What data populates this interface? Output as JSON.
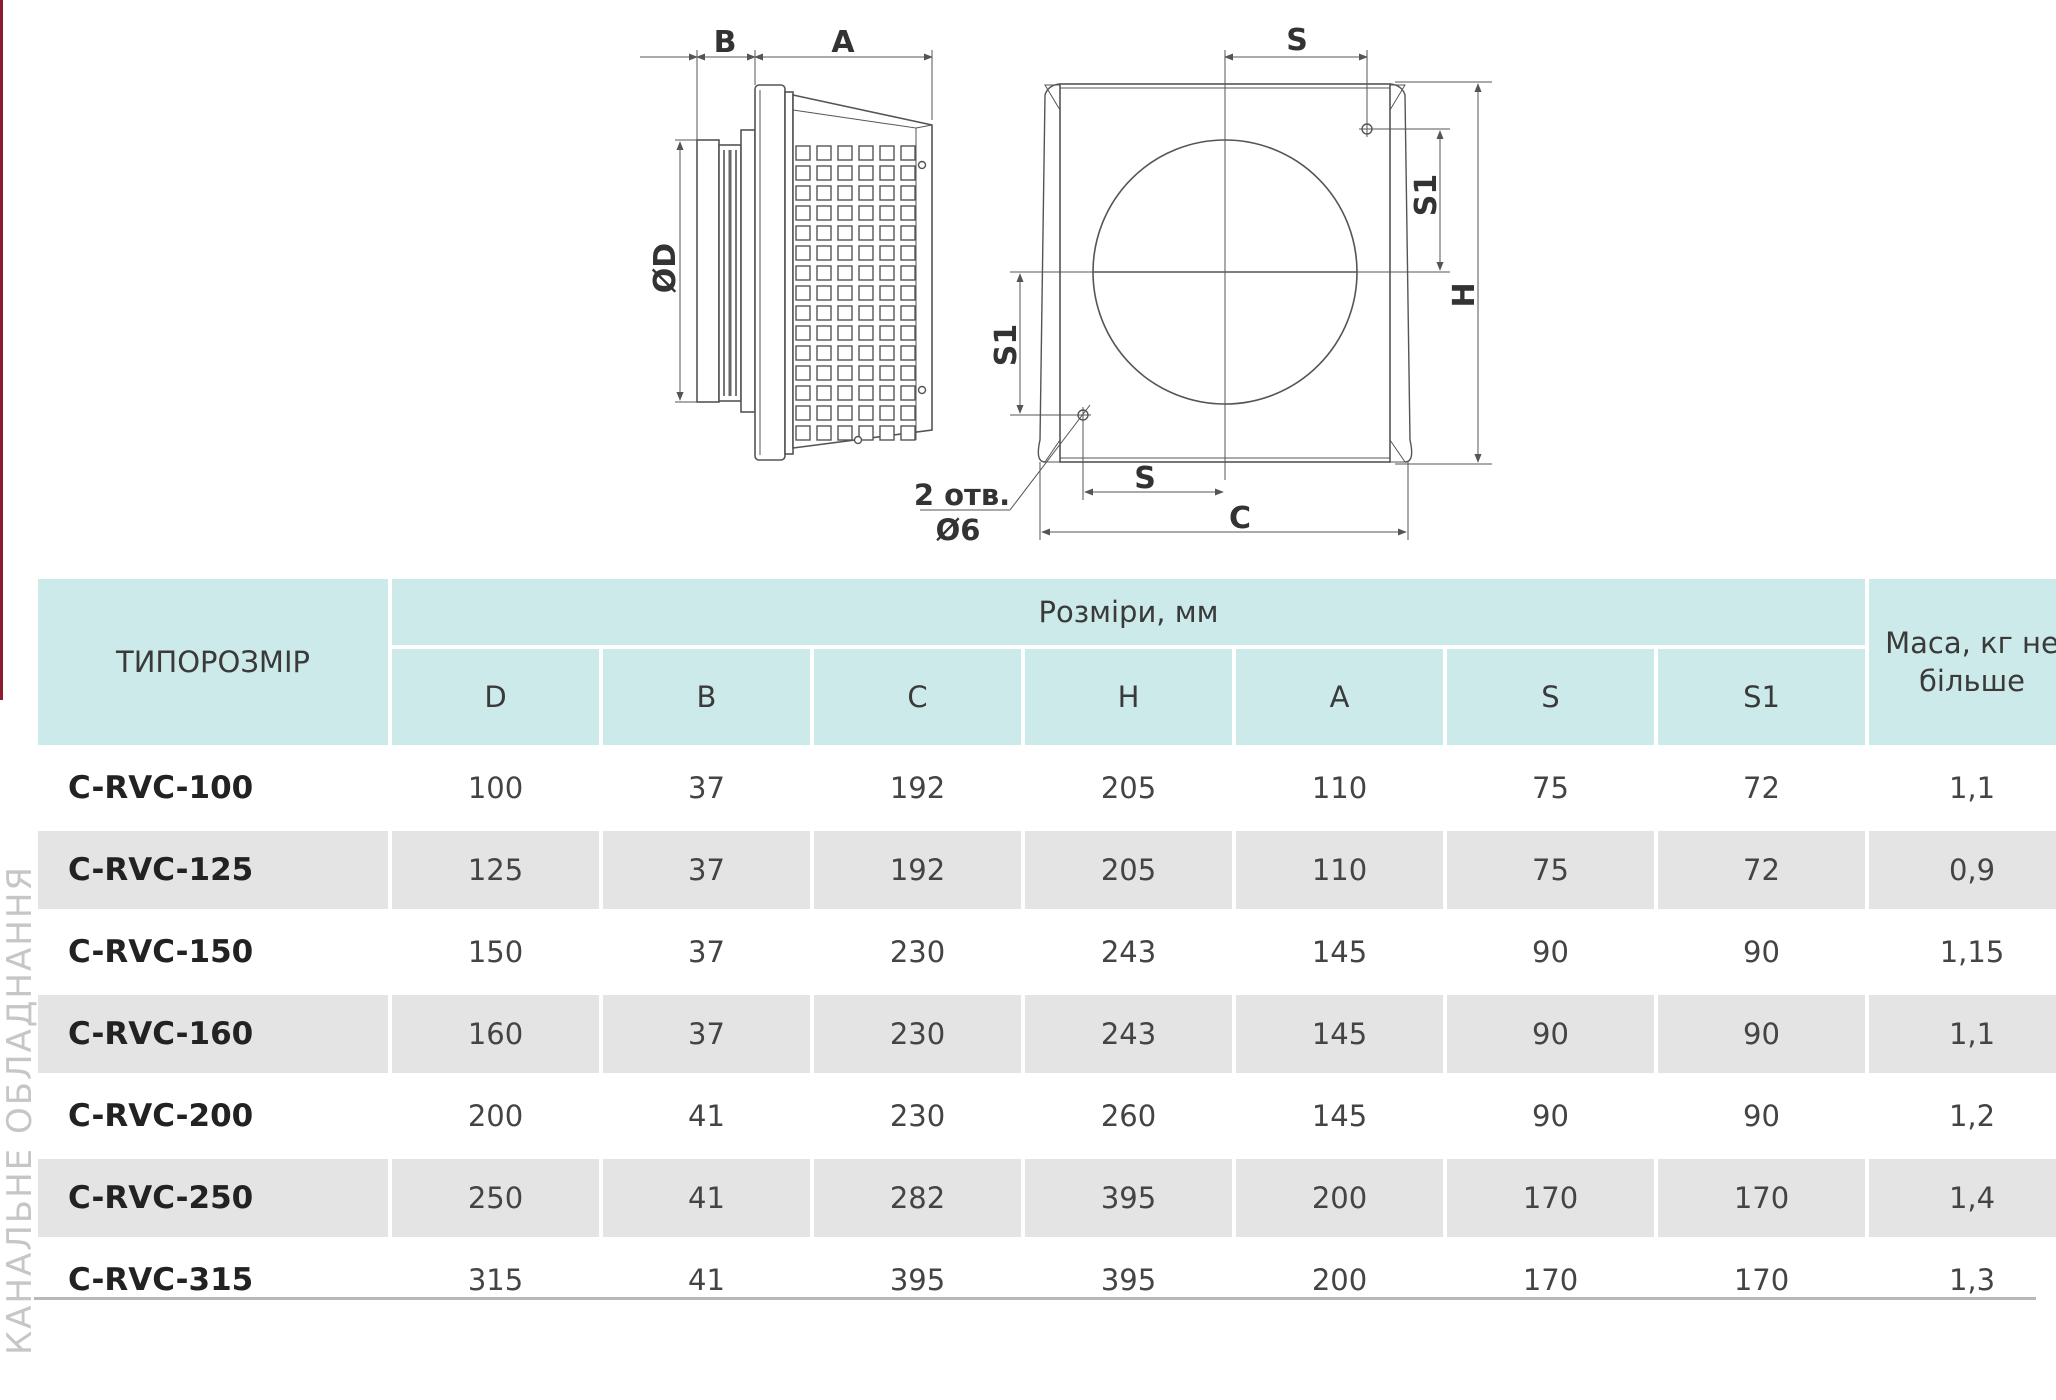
{
  "side_label": "КАНАЛЬНЕ ОБЛАДНАННЯ",
  "drawing": {
    "labels": {
      "B": "B",
      "A": "A",
      "D": "ØD",
      "S_top": "S",
      "S1_right": "S1",
      "H": "H",
      "S1_left": "S1",
      "S_bottom": "S",
      "C": "C",
      "holes_line1": "2 отв.",
      "holes_line2": "Ø6"
    }
  },
  "table": {
    "col_model": "ТИПОРОЗМІР",
    "col_group": "Розміри, мм",
    "col_mass": "Маса, кг не більше",
    "columns": [
      "D",
      "B",
      "C",
      "H",
      "A",
      "S",
      "S1"
    ],
    "rows": [
      {
        "model": "C-RVC-100",
        "values": [
          "100",
          "37",
          "192",
          "205",
          "110",
          "75",
          "72"
        ],
        "mass": "1,1"
      },
      {
        "model": "C-RVC-125",
        "values": [
          "125",
          "37",
          "192",
          "205",
          "110",
          "75",
          "72"
        ],
        "mass": "0,9"
      },
      {
        "model": "C-RVC-150",
        "values": [
          "150",
          "37",
          "230",
          "243",
          "145",
          "90",
          "90"
        ],
        "mass": "1,15"
      },
      {
        "model": "C-RVC-160",
        "values": [
          "160",
          "37",
          "230",
          "243",
          "145",
          "90",
          "90"
        ],
        "mass": "1,1"
      },
      {
        "model": "C-RVC-200",
        "values": [
          "200",
          "41",
          "230",
          "260",
          "145",
          "90",
          "90"
        ],
        "mass": "1,2"
      },
      {
        "model": "C-RVC-250",
        "values": [
          "250",
          "41",
          "282",
          "395",
          "200",
          "170",
          "170"
        ],
        "mass": "1,4"
      },
      {
        "model": "C-RVC-315",
        "values": [
          "315",
          "41",
          "395",
          "395",
          "200",
          "170",
          "170"
        ],
        "mass": "1,3"
      }
    ]
  }
}
